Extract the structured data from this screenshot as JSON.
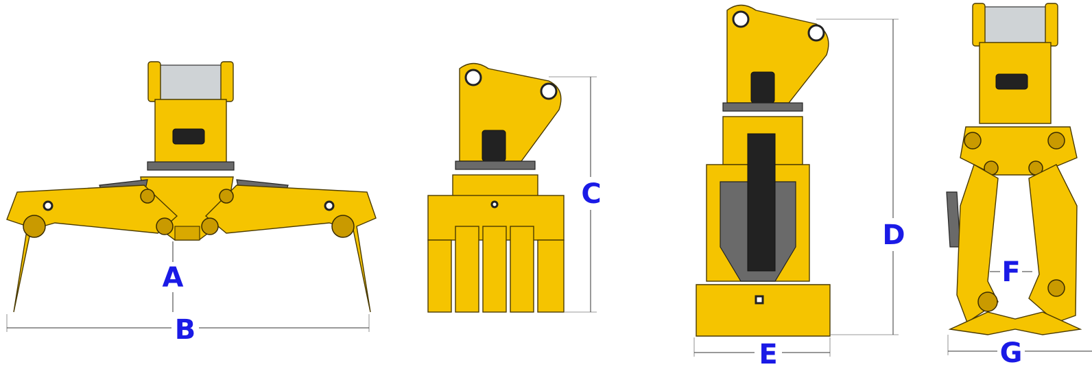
{
  "accent_color": "#f5c400",
  "label_color": "#1a1ae6",
  "views": [
    {
      "id": "front-open",
      "dimensions": [
        "A",
        "B"
      ]
    },
    {
      "id": "side-closed",
      "dimensions": [
        "C"
      ]
    },
    {
      "id": "side-open",
      "dimensions": [
        "D",
        "E"
      ]
    },
    {
      "id": "front-closed",
      "dimensions": [
        "F",
        "G"
      ]
    }
  ],
  "labels": {
    "A": "A",
    "B": "B",
    "C": "C",
    "D": "D",
    "E": "E",
    "F": "F",
    "G": "G"
  }
}
